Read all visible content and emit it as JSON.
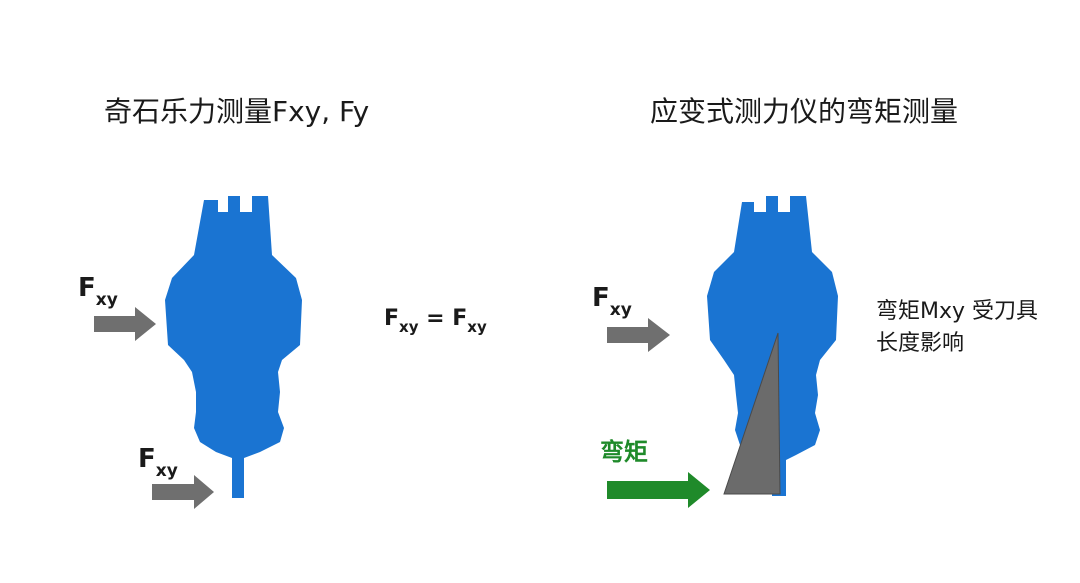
{
  "left": {
    "title": "奇石乐力测量Fxy, Fy",
    "force_top": {
      "main": "F",
      "sub": "xy"
    },
    "force_bottom": {
      "main": "F",
      "sub": "xy"
    },
    "equation": {
      "lhs_main": "F",
      "lhs_sub": "xy",
      "op": "=",
      "rhs_main": "F",
      "rhs_sub": "xy"
    }
  },
  "right": {
    "title": "应变式测力仪的弯矩测量",
    "force": {
      "main": "F",
      "sub": "xy"
    },
    "note_line1": "弯矩Mxy 受刀具",
    "note_line2": "长度影响",
    "moment_label": "弯矩"
  },
  "colors": {
    "tool_blue": "#1a74d2",
    "arrow_gray": "#6f6f6f",
    "arrow_green": "#1f8a2a",
    "triangle_gray": "#6b6b6b"
  }
}
